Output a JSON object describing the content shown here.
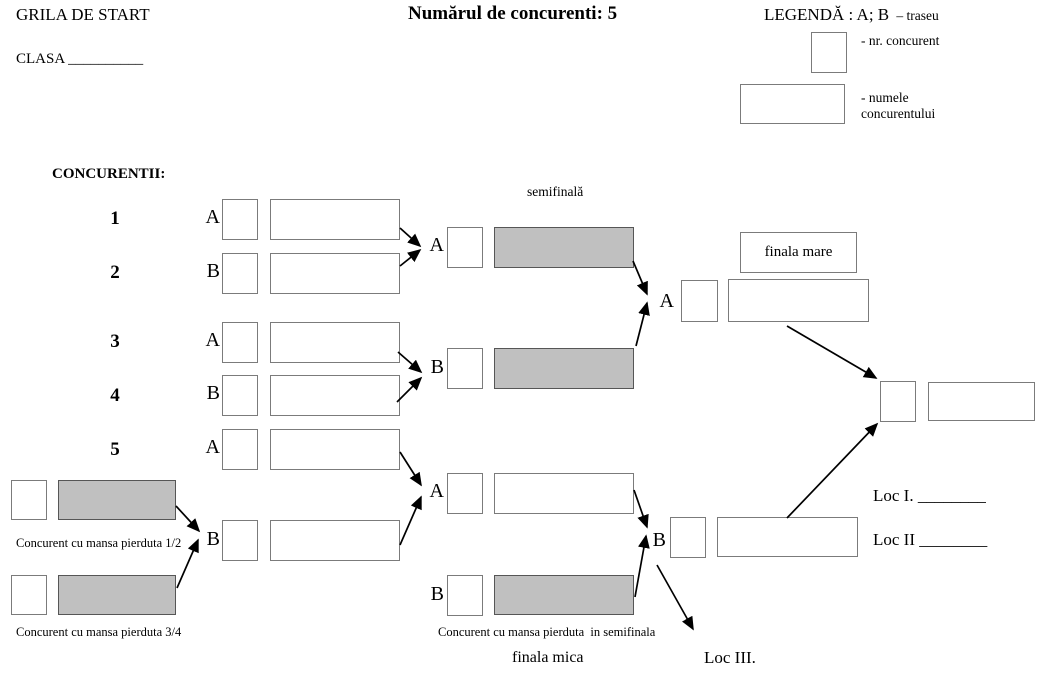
{
  "header": {
    "title": "GRILA DE START",
    "class_line": "CLASA __________",
    "count_title": "Numărul de concurenti: 5"
  },
  "legend": {
    "title": "LEGENDĂ : A; B",
    "title_suffix": "– traseu",
    "small_box_label": "- nr. concurent",
    "big_box_label": "- numele concurentului"
  },
  "competitors": {
    "heading": "CONCURENTII:",
    "numbers": [
      "1",
      "2",
      "3",
      "4",
      "5"
    ]
  },
  "routes": {
    "r1": "A",
    "r2": "B",
    "r3": "A",
    "r4": "B",
    "r5": "A",
    "loser": "B",
    "semi_a": "A",
    "semi_b": "B",
    "semi_lower_a": "A",
    "semi_lower_b": "B",
    "final_a": "A",
    "final_b": "B"
  },
  "captions": {
    "semifinal": "semifinală",
    "big_final": "finala mare",
    "small_final": "finala mica",
    "place1": "Loc I. ________",
    "place2": "Loc II ________",
    "place3": "Loc III.",
    "loser_12": "Concurent cu mansa pierduta 1/2",
    "loser_34": "Concurent cu mansa pierduta 3/4",
    "loser_semi": "Concurent cu mansa pierduta  in semifinala"
  },
  "colors": {
    "highlight_fill": "#c0c0c0",
    "box_border": "#7b7b7b",
    "arrow": "#000000",
    "text": "#000000",
    "background": "#ffffff"
  }
}
